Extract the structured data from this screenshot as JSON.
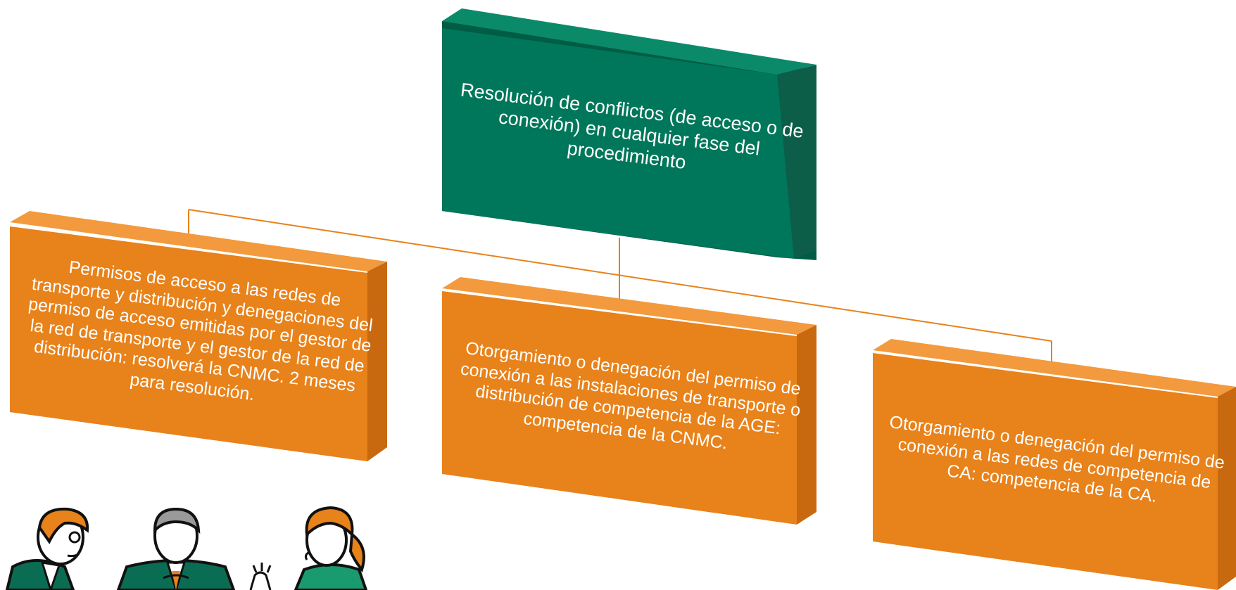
{
  "diagram": {
    "root": {
      "text": "Resolución de conflictos (de acceso o de conexión) en cualquier fase del procedimiento",
      "color": "#00775a"
    },
    "children": [
      {
        "id": "left",
        "text": "Permisos de acceso a las redes de transporte y distribución y denegaciones del permiso de acceso emitidas por el gestor de la red de transporte y el gestor de la red de distribución: resolverá la CNMC. 2 meses para resolución."
      },
      {
        "id": "center",
        "text": "Otorgamiento o denegación del permiso de conexión a las instalaciones de transporte o distribución de competencia de la AGE: competencia de la CNMC."
      },
      {
        "id": "right",
        "text": "Otorgamiento o denegación del permiso de conexión a las redes de competencia de CA: competencia de la CA."
      }
    ],
    "child_color": "#e8821a",
    "connector_color": "#e8821a"
  },
  "illustration": {
    "icon": "business-people-discussion-icon"
  }
}
